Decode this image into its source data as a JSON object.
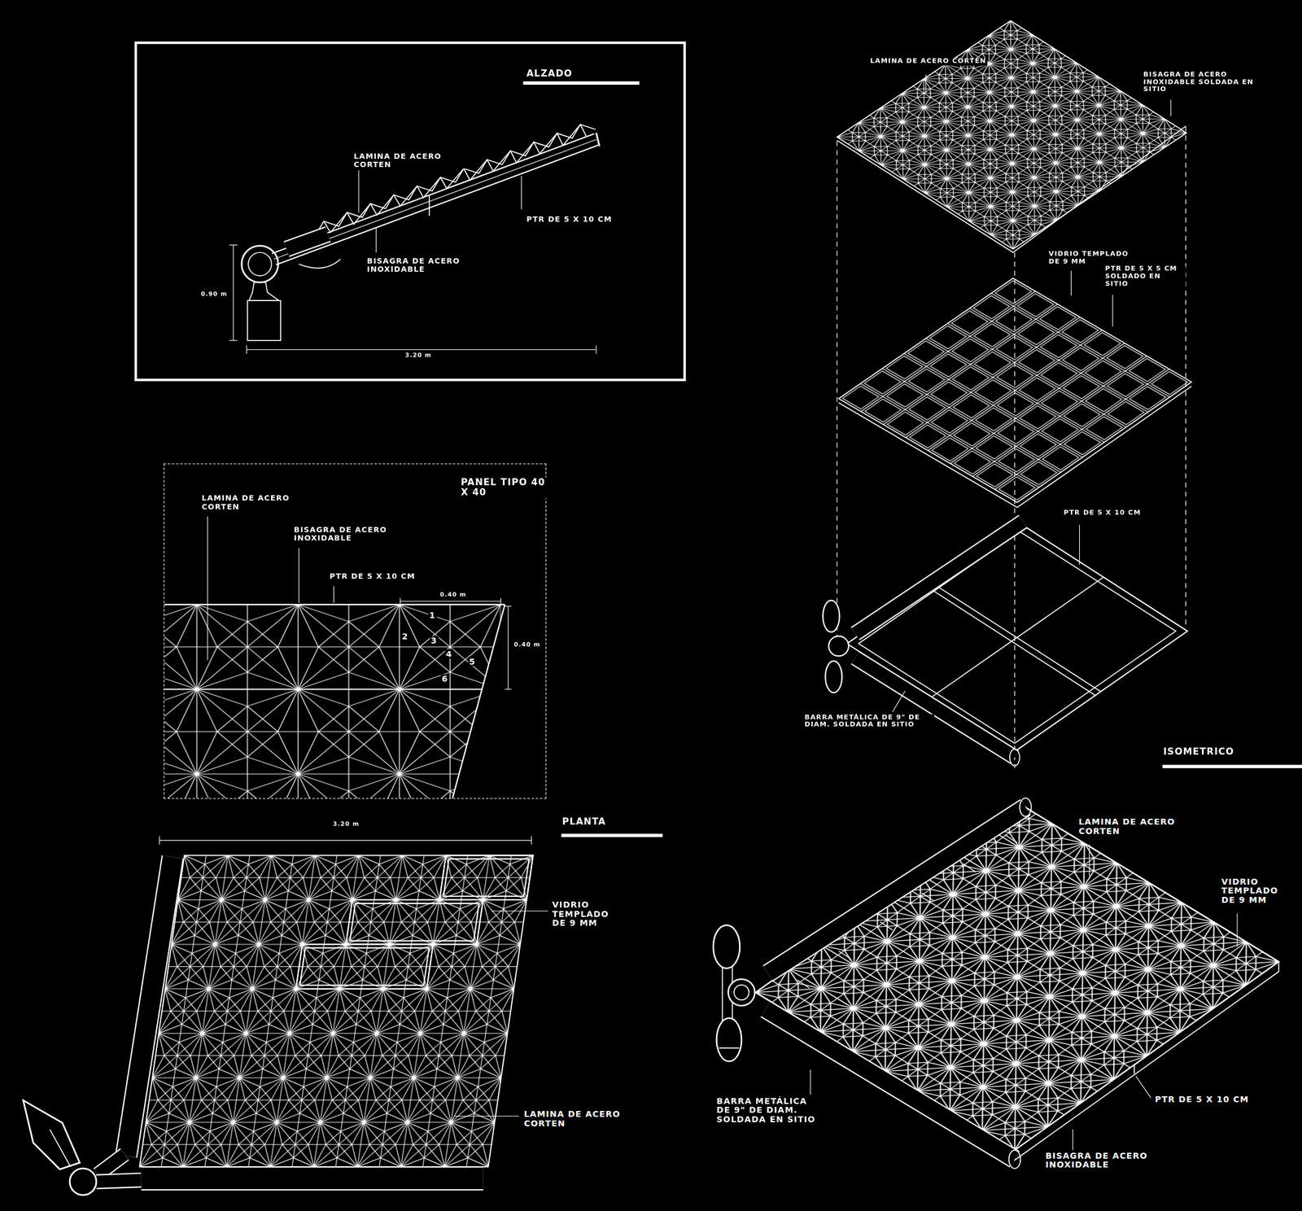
{
  "diagram": {
    "nodes": [
      {
        "text": [
          "ALZADO",
          "LAMINA DE ACERO CORTEN",
          "PTR DE 5 X 10 CM",
          "BISAGRA DE ACERO INOXIDABLE",
          "0.90 m",
          "3.20 m"
        ]
      },
      {
        "text": [
          "PANEL TIPO 40 X 40",
          "LAMINA DE ACERO CORTEN",
          "BISAGRA DE ACERO INOXIDABLE",
          "PTR DE 5 X 10 CM",
          "0.40 m",
          "0.40 m",
          "1",
          "2",
          "3",
          "4",
          "5",
          "6"
        ]
      }
    ],
    "labels": [
      "LAMINA DE ACERO CORTEN",
      "BISAGRA DE ACERO INOXIDABLE SOLDADA EN SITIO",
      "VIDRIO TEMPLADO DE 9 MM",
      "PTR DE 5 X 5 CM SOLDADO EN SITIO",
      "PTR DE 5 X 10 CM",
      "BARRA METÁLICA DE 9\" DE DIAM. SOLDADA EN SITIO",
      "ISOMETRICO",
      "3.20 m",
      "PLANTA",
      "VIDRIO TEMPLADO DE 9 MM",
      "LAMINA DE ACERO CORTEN",
      "LAMINA DE ACERO CORTEN",
      "VIDRIO TEMPLADO DE 9 MM",
      "PTR DE 5 X 10 CM",
      "BISAGRA DE ACERO INOXIDABLE",
      "BARRA METÁLICA DE 9\" DE DIAM. SOLDADA EN SITIO"
    ]
  }
}
